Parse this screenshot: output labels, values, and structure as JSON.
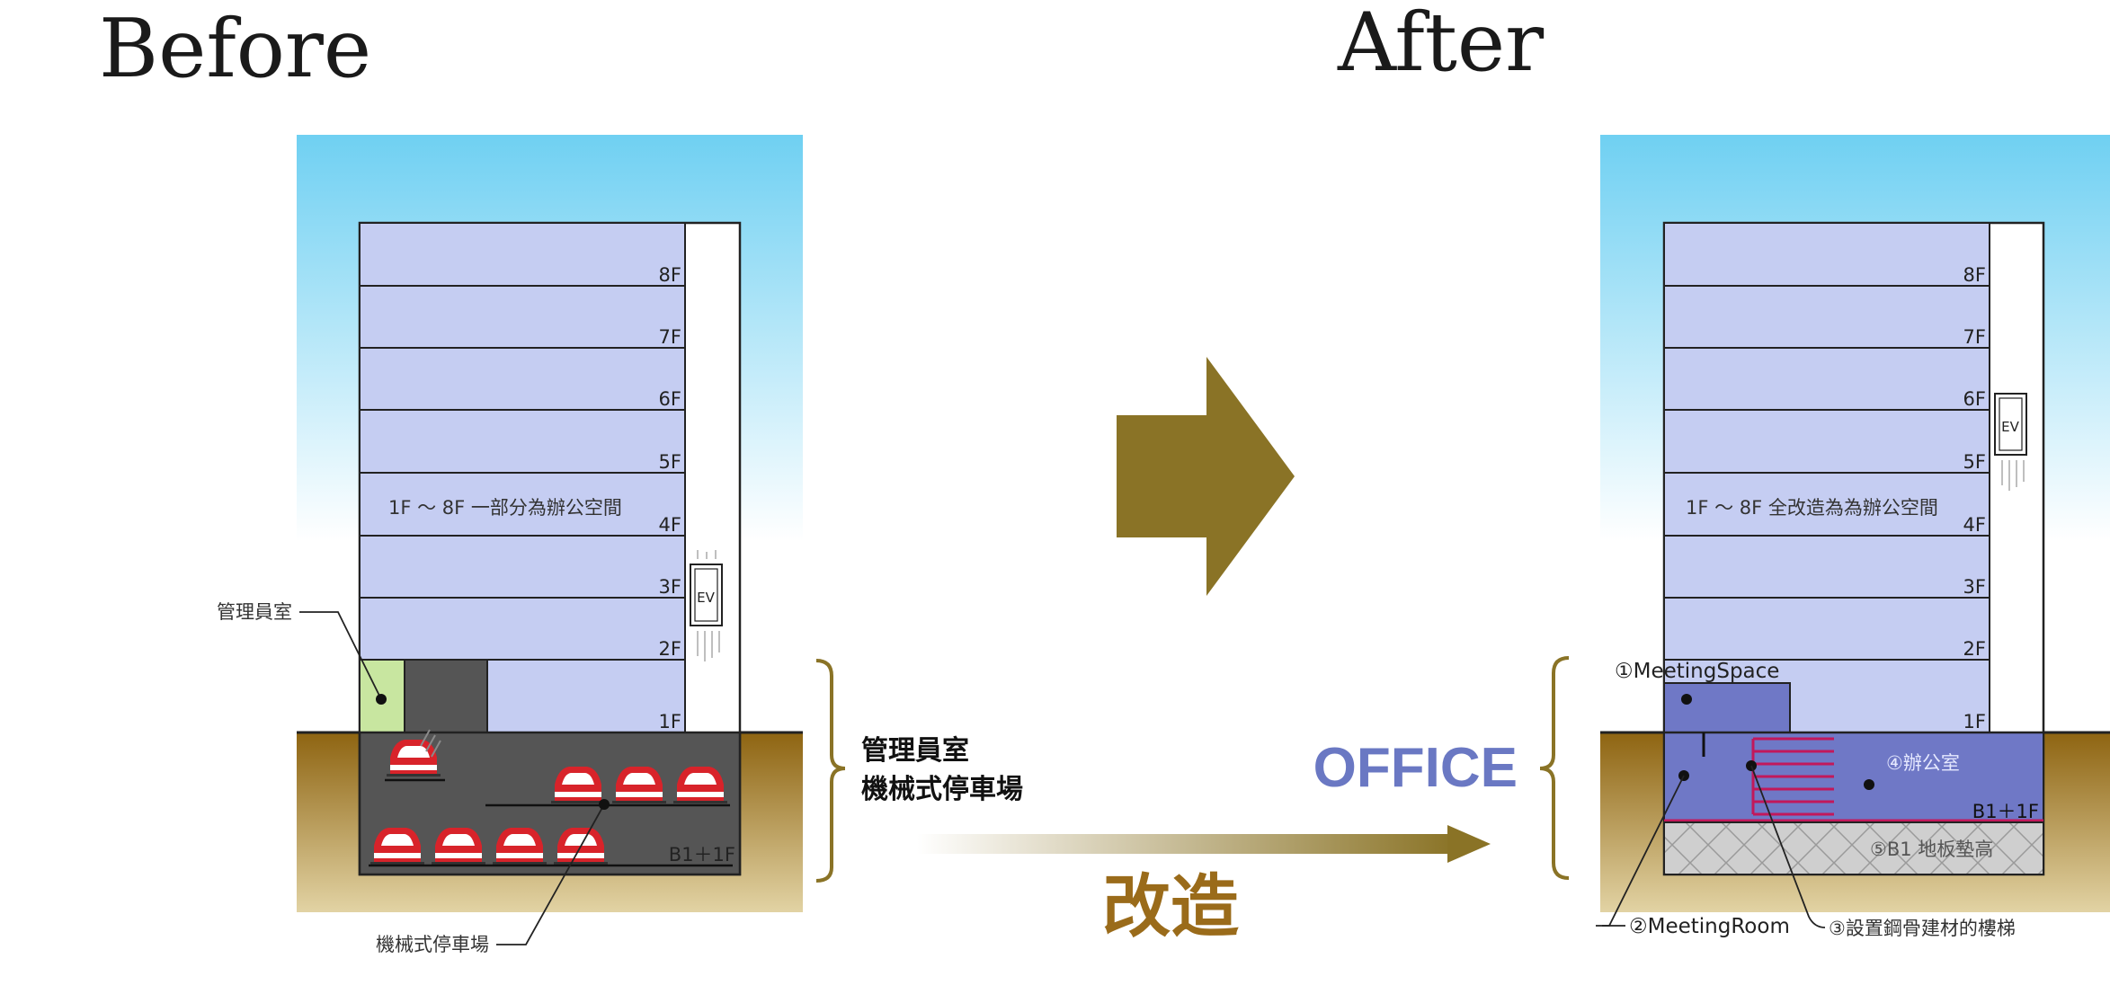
{
  "headings": {
    "before": "Before",
    "after": "After"
  },
  "before": {
    "floors": [
      "8F",
      "7F",
      "6F",
      "5F",
      "4F",
      "3F",
      "2F",
      "1F"
    ],
    "basement_label": "B1＋1F",
    "office_note": "1F ～ 8F 一部分為辦公空間",
    "ev_label": "EV",
    "caretaker_callout": "管理員室",
    "parking_callout": "機械式停車場",
    "bracket_caption": [
      "管理員室",
      "機械式停車場"
    ]
  },
  "transition": {
    "center_label": "改造"
  },
  "after": {
    "floors": [
      "8F",
      "7F",
      "6F",
      "5F",
      "4F",
      "3F",
      "2F",
      "1F"
    ],
    "basement_label": "B1＋1F",
    "office_note": "1F ～ 8F 全改造為為辦公空間",
    "ev_label": "EV",
    "office_caption": "OFFICE",
    "meeting_space": "①MeetingSpace",
    "meeting_room": "②MeetingRoom",
    "stairs": "③設置鋼骨建材的樓梯",
    "office_room": "④辦公室",
    "floor_raise": "⑤B1 地板墊高"
  },
  "colors": {
    "floor_fill": "#c5cdf2",
    "office_fill": "#6f78c6",
    "parking_fill": "#555555",
    "caretaker_fill": "#c8e6a0",
    "arrow": "#8a7326",
    "car": "#d8232a",
    "stairs": "#c2185b"
  }
}
